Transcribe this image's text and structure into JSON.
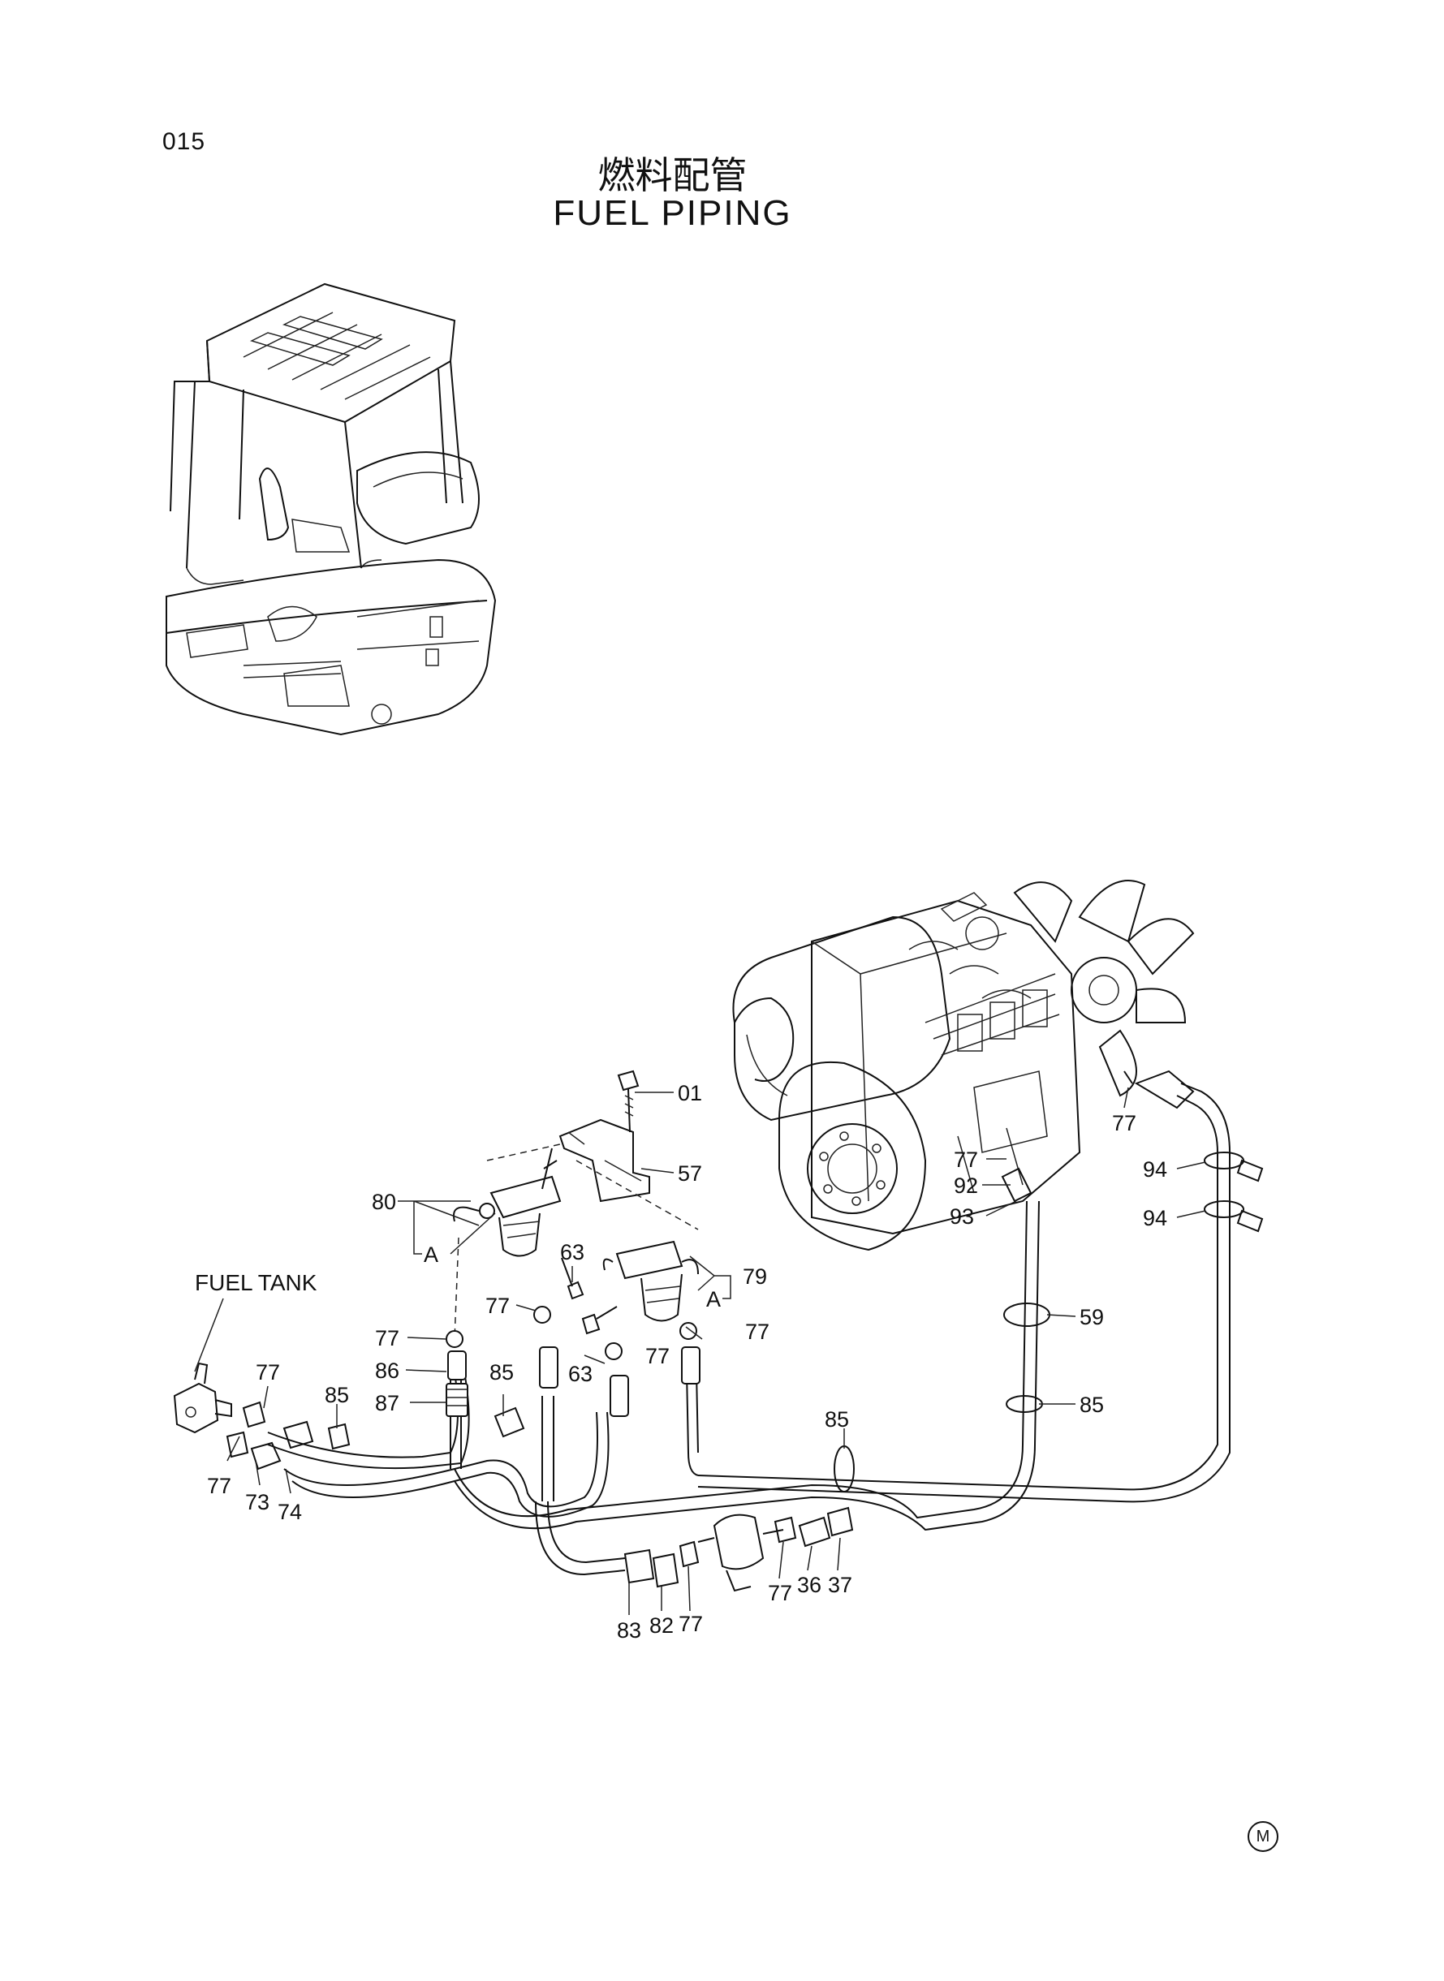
{
  "page_number": "015",
  "title_jp": "燃料配管",
  "title_en": "FUEL PIPING",
  "fuel_tank_label": "FUEL TANK",
  "mark": "M",
  "callouts": [
    {
      "id": "01",
      "label": "01"
    },
    {
      "id": "57",
      "label": "57"
    },
    {
      "id": "80",
      "label": "80"
    },
    {
      "id": "A-left",
      "label": "A"
    },
    {
      "id": "63-upper",
      "label": "63"
    },
    {
      "id": "79",
      "label": "79"
    },
    {
      "id": "A-right",
      "label": "A"
    },
    {
      "id": "77-a",
      "label": "77"
    },
    {
      "id": "77-b",
      "label": "77"
    },
    {
      "id": "77-c",
      "label": "77"
    },
    {
      "id": "77-d",
      "label": "77"
    },
    {
      "id": "86",
      "label": "86"
    },
    {
      "id": "85-a",
      "label": "85"
    },
    {
      "id": "87",
      "label": "87"
    },
    {
      "id": "63-lower",
      "label": "63"
    },
    {
      "id": "77-e",
      "label": "77"
    },
    {
      "id": "85-b",
      "label": "85"
    },
    {
      "id": "77-f",
      "label": "77"
    },
    {
      "id": "73",
      "label": "73"
    },
    {
      "id": "74",
      "label": "74"
    },
    {
      "id": "77-g",
      "label": "77"
    },
    {
      "id": "83",
      "label": "83"
    },
    {
      "id": "82",
      "label": "82"
    },
    {
      "id": "77-h",
      "label": "77"
    },
    {
      "id": "77-i",
      "label": "77"
    },
    {
      "id": "36",
      "label": "36"
    },
    {
      "id": "37",
      "label": "37"
    },
    {
      "id": "85-c",
      "label": "85"
    },
    {
      "id": "59",
      "label": "59"
    },
    {
      "id": "85-d",
      "label": "85"
    },
    {
      "id": "77-j",
      "label": "77"
    },
    {
      "id": "92",
      "label": "92"
    },
    {
      "id": "93",
      "label": "93"
    },
    {
      "id": "77-k",
      "label": "77"
    },
    {
      "id": "94-a",
      "label": "94"
    },
    {
      "id": "94-b",
      "label": "94"
    }
  ]
}
